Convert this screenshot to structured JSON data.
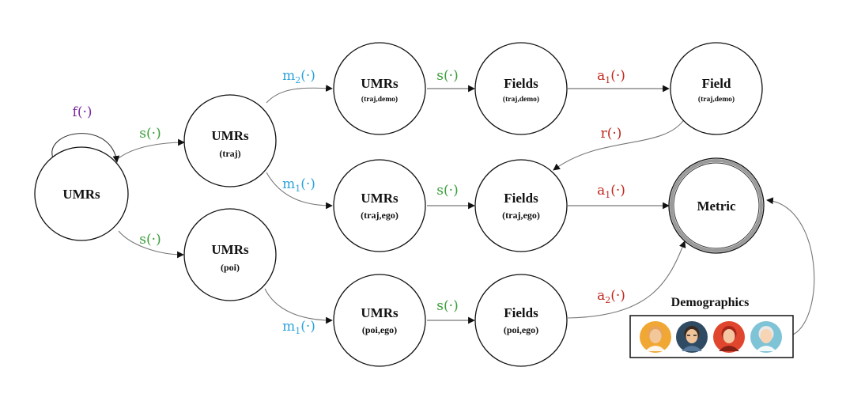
{
  "nodes": {
    "umrs_root": {
      "label": "UMRs",
      "sub": ""
    },
    "umrs_traj": {
      "label": "UMRs",
      "sub": "(traj)"
    },
    "umrs_poi": {
      "label": "UMRs",
      "sub": "(poi)"
    },
    "umrs_traj_demo": {
      "label": "UMRs",
      "sub": "(traj,demo)"
    },
    "umrs_traj_ego": {
      "label": "UMRs",
      "sub": "(traj,ego)"
    },
    "umrs_poi_ego": {
      "label": "UMRs",
      "sub": "(poi,ego)"
    },
    "fields_traj_demo": {
      "label": "Fields",
      "sub": "(traj,demo)"
    },
    "fields_traj_ego": {
      "label": "Fields",
      "sub": "(traj,ego)"
    },
    "fields_poi_ego": {
      "label": "Fields",
      "sub": "(poi,ego)"
    },
    "field_traj_demo": {
      "label": "Field",
      "sub": "(traj,demo)"
    },
    "metric": {
      "label": "Metric"
    }
  },
  "edges": {
    "f_loop": {
      "base": "f",
      "sub": "",
      "rest": "(·)",
      "color": "#7a2aa0"
    },
    "s_root_traj": {
      "base": "s",
      "sub": "",
      "rest": "(·)",
      "color": "#3a9e3a"
    },
    "s_root_poi": {
      "base": "s",
      "sub": "",
      "rest": "(·)",
      "color": "#3a9e3a"
    },
    "m2_traj_demo": {
      "base": "m",
      "sub": "2",
      "rest": "(·)",
      "color": "#2ea3dc"
    },
    "m1_traj_ego": {
      "base": "m",
      "sub": "1",
      "rest": "(·)",
      "color": "#2ea3dc"
    },
    "m1_poi_ego": {
      "base": "m",
      "sub": "1",
      "rest": "(·)",
      "color": "#2ea3dc"
    },
    "s_row1": {
      "base": "s",
      "sub": "",
      "rest": "(·)",
      "color": "#3a9e3a"
    },
    "s_row2": {
      "base": "s",
      "sub": "",
      "rest": "(·)",
      "color": "#3a9e3a"
    },
    "s_row3": {
      "base": "s",
      "sub": "",
      "rest": "(·)",
      "color": "#3a9e3a"
    },
    "a1_row1": {
      "base": "a",
      "sub": "1",
      "rest": "(·)",
      "color": "#c0281e"
    },
    "r_back": {
      "base": "r",
      "sub": "",
      "rest": "(·)",
      "color": "#c0281e"
    },
    "a1_row2": {
      "base": "a",
      "sub": "1",
      "rest": "(·)",
      "color": "#c0281e"
    },
    "a2_row3": {
      "base": "a",
      "sub": "2",
      "rest": "(·)",
      "color": "#c0281e"
    }
  },
  "demographics": {
    "title": "Demographics",
    "avatars": [
      {
        "icon": "man-bald-avatar-icon",
        "bg": "#f0a733",
        "skin": "#f2c79a",
        "hair": "#e8a25a"
      },
      {
        "icon": "man-glasses-avatar-icon",
        "bg": "#2f4b63",
        "skin": "#f0c49a",
        "hair": "#3a2a20"
      },
      {
        "icon": "woman-red-hair-avatar-icon",
        "bg": "#e0462e",
        "skin": "#f4c7a2",
        "hair": "#a8261a"
      },
      {
        "icon": "elderly-woman-avatar-icon",
        "bg": "#7fc3d6",
        "skin": "#f6d4b4",
        "hair": "#e8e8e8"
      }
    ]
  }
}
